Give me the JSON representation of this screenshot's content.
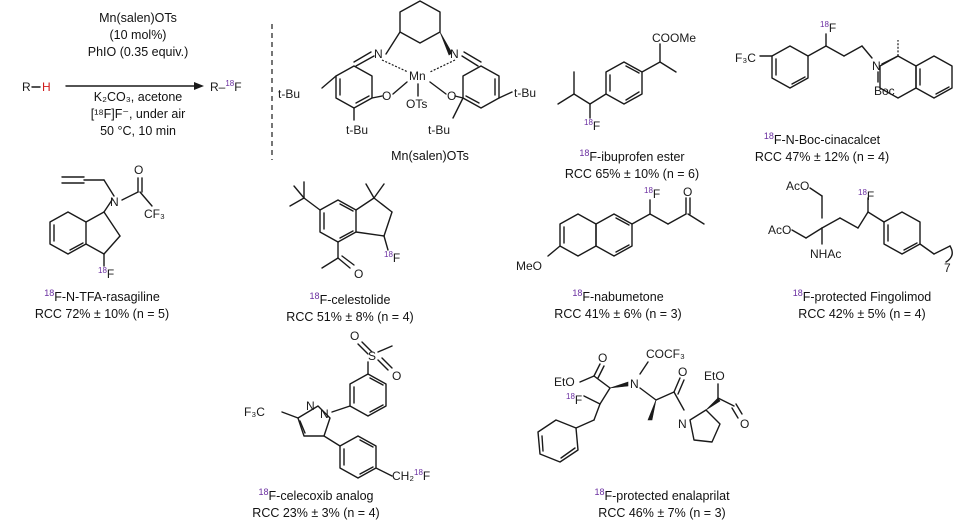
{
  "colors": {
    "f18": "#6a2ea0",
    "h_red": "#d01c1c",
    "bond": "#1a1a1a",
    "text": "#111111"
  },
  "reaction": {
    "substrate_r": "R",
    "substrate_h": "H",
    "product": "R–¹⁸F",
    "conditions": [
      "Mn(salen)OTs",
      "(10 mol%)",
      "PhIO (0.35 equiv.)",
      "K₂CO₃, acetone",
      "[¹⁸F]F⁻, under air",
      "50 °C, 10 min"
    ]
  },
  "catalyst": {
    "name": "Mn(salen)OTs",
    "labels": {
      "metal": "Mn",
      "n_left": "N",
      "n_right": "N",
      "o_left": "O",
      "o_right": "O",
      "ots": "OTs",
      "tbu_far_left": "t-Bu",
      "tbu_far_right": "t-Bu",
      "tbu_low_left": "t-Bu",
      "tbu_low_right": "t-Bu"
    }
  },
  "compounds": [
    {
      "id": "ibuprofen",
      "name": "F-ibuprofen ester",
      "rcc": "RCC 65% ± 10% (n = 6)",
      "atoms": [
        "COOMe",
        "F"
      ]
    },
    {
      "id": "cinacalcet",
      "name": "F-N-Boc-cinacalcet",
      "rcc": "RCC 47% ± 12% (n = 4)",
      "atoms": [
        "F₃C",
        "F",
        "N",
        "Boc"
      ]
    },
    {
      "id": "rasagiline",
      "name": "F-N-TFA-rasagiline",
      "rcc": "RCC 72% ± 10% (n = 5)",
      "atoms": [
        "N",
        "O",
        "CF₃",
        "F"
      ]
    },
    {
      "id": "celestolide",
      "name": "F-celestolide",
      "rcc": "RCC 51% ±  8% (n = 4)",
      "atoms": [
        "O",
        "F"
      ]
    },
    {
      "id": "nabumetone",
      "name": "F-nabumetone",
      "rcc": "RCC 41% ± 6% (n = 3)",
      "atoms": [
        "O",
        "MeO",
        "F"
      ]
    },
    {
      "id": "fingolimod",
      "name": "F-protected Fingolimod",
      "rcc": "RCC 42% ± 5% (n = 4)",
      "atoms": [
        "AcO",
        "AcO",
        "NHAc",
        "F",
        "7"
      ]
    },
    {
      "id": "celecoxib",
      "name": "F-celecoxib analog",
      "rcc": "RCC 23% ± 3% (n = 4)",
      "atoms": [
        "S",
        "O",
        "O",
        "N",
        "N",
        "F₃C",
        "CH₂",
        "F"
      ]
    },
    {
      "id": "enalaprilat",
      "name": "F-protected enalaprilat",
      "rcc": "RCC 46% ± 7% (n = 3)",
      "atoms": [
        "COCF₃",
        "EtO",
        "O",
        "N",
        "F",
        "O",
        "EtO",
        "O",
        "N"
      ]
    }
  ],
  "isotope": "18"
}
